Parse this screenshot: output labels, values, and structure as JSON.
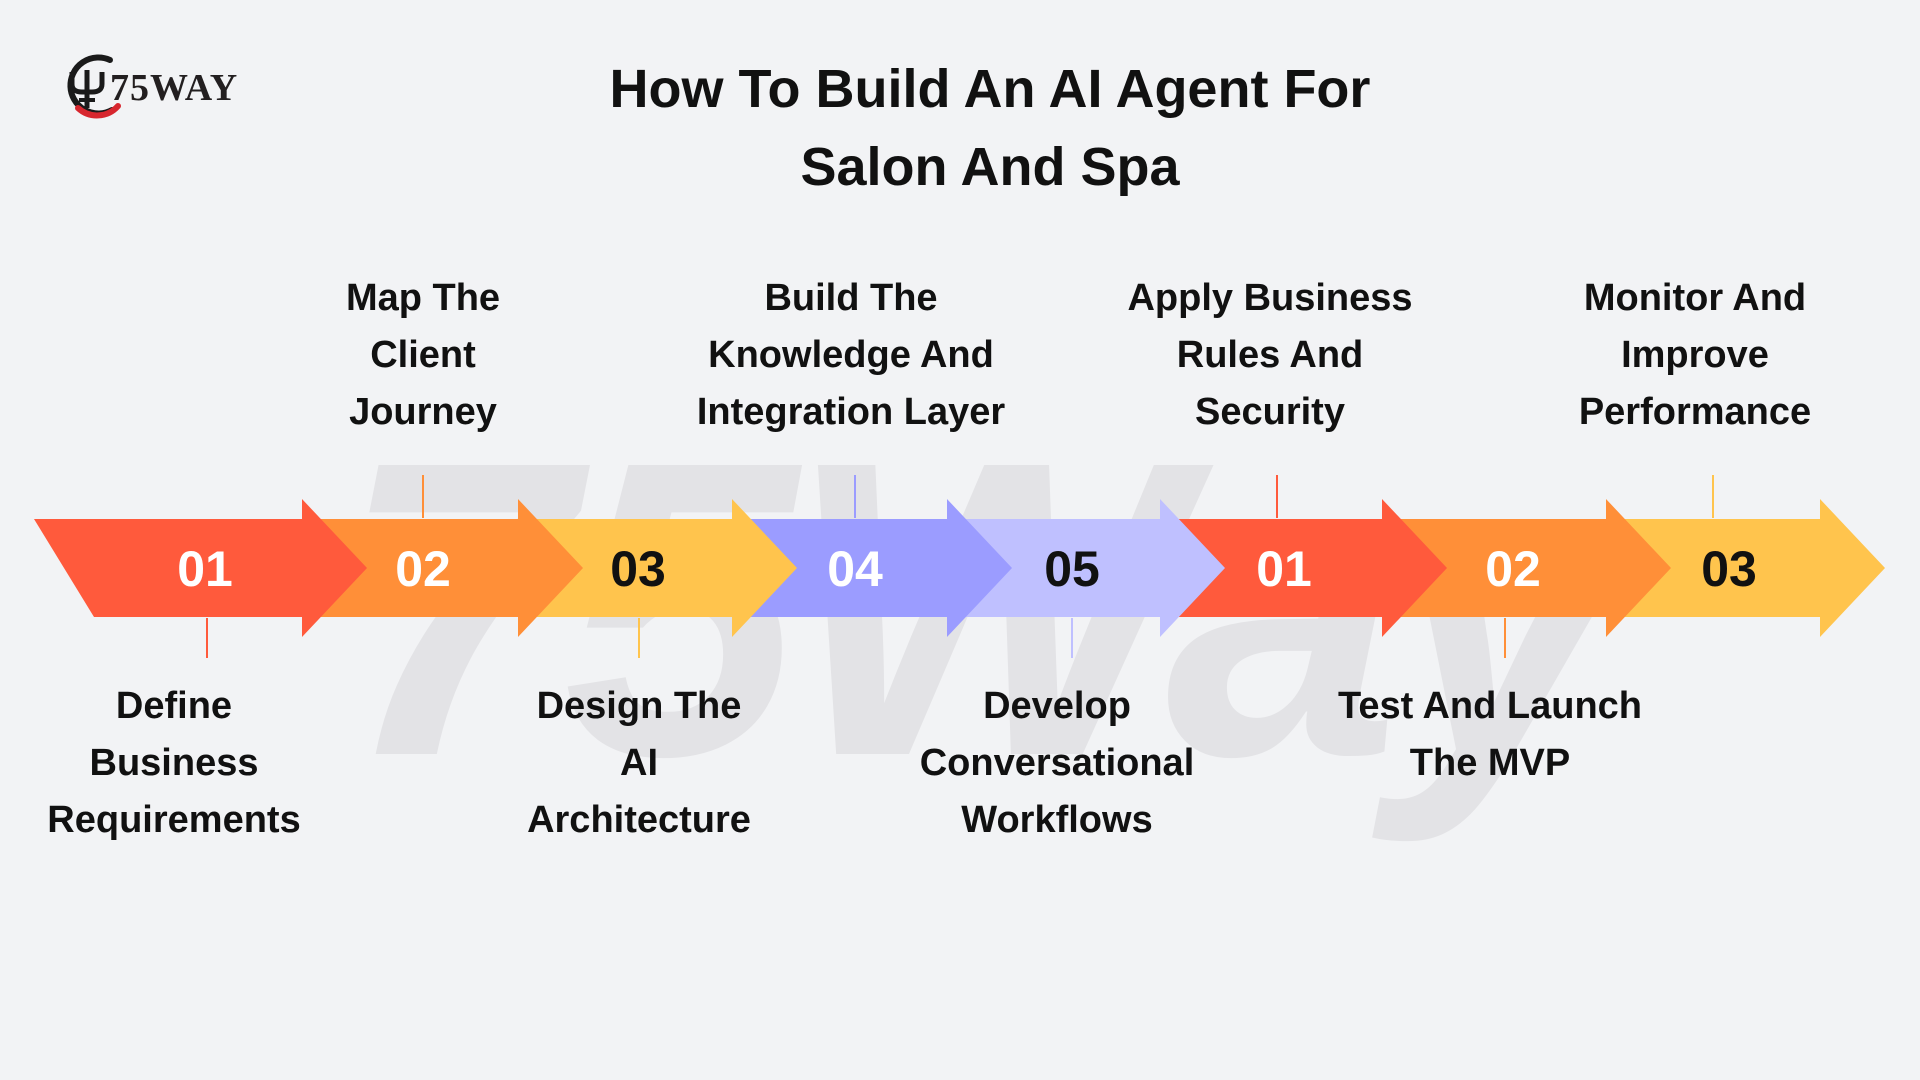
{
  "brand": {
    "logo_text": "75WAY",
    "watermark": "75Way"
  },
  "title": {
    "line1": "How To Build An AI Agent For",
    "line2": "Salon And Spa"
  },
  "colors": {
    "red": "#ff5a3c",
    "orange": "#ff8f38",
    "yellow": "#ffc44d",
    "violet": "#9b9cff",
    "lavender": "#bfc0ff",
    "text": "#111111"
  },
  "steps": [
    {
      "number": "01",
      "label": [
        "Define",
        "Business",
        "Requirements"
      ],
      "position": "below",
      "color": "#ff5a3c",
      "number_color": "#ffffff"
    },
    {
      "number": "02",
      "label": [
        "Map The",
        "Client",
        "Journey"
      ],
      "position": "above",
      "color": "#ff8f38",
      "number_color": "#ffffff"
    },
    {
      "number": "03",
      "label": [
        "Design The",
        "AI",
        "Architecture"
      ],
      "position": "below",
      "color": "#ffc44d",
      "number_color": "#111111"
    },
    {
      "number": "04",
      "label": [
        "Build The",
        "Knowledge And",
        "Integration Layer"
      ],
      "position": "above",
      "color": "#9b9cff",
      "number_color": "#ffffff"
    },
    {
      "number": "05",
      "label": [
        "Develop",
        "Conversational",
        "Workflows"
      ],
      "position": "below",
      "color": "#bfc0ff",
      "number_color": "#111111"
    },
    {
      "number": "01",
      "label": [
        "Apply Business",
        "Rules And",
        "Security"
      ],
      "position": "above",
      "color": "#ff5a3c",
      "number_color": "#ffffff"
    },
    {
      "number": "02",
      "label": [
        "Test And Launch",
        "The MVP"
      ],
      "position": "below",
      "color": "#ff8f38",
      "number_color": "#ffffff"
    },
    {
      "number": "03",
      "label": [
        "Monitor And",
        "Improve",
        "Performance"
      ],
      "position": "above",
      "color": "#ffc44d",
      "number_color": "#111111"
    }
  ]
}
